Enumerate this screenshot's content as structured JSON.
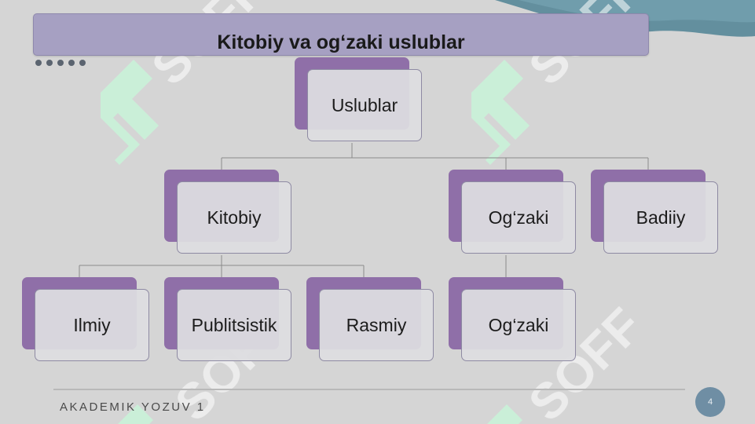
{
  "slide": {
    "title": "Kitobiy va og‘zaki uslublar",
    "footer": "AKADEMIK YOZUV 1",
    "page_number": "4"
  },
  "diagram": {
    "root": "Uslublar",
    "level1": [
      "Kitobiy",
      "Og‘zaki",
      "Badiiy"
    ],
    "kitobiy_children": [
      "Ilmiy",
      "Publitsistik",
      "Rasmiy"
    ],
    "ogzaki_children": [
      "Og‘zaki"
    ]
  },
  "colors": {
    "node_back": "#8f6fa8",
    "title_bar": "#a6a0c2",
    "page_badge": "#6f8ea4"
  },
  "icons": [
    "watermark-logo-icon",
    "corner-wave-icon"
  ]
}
